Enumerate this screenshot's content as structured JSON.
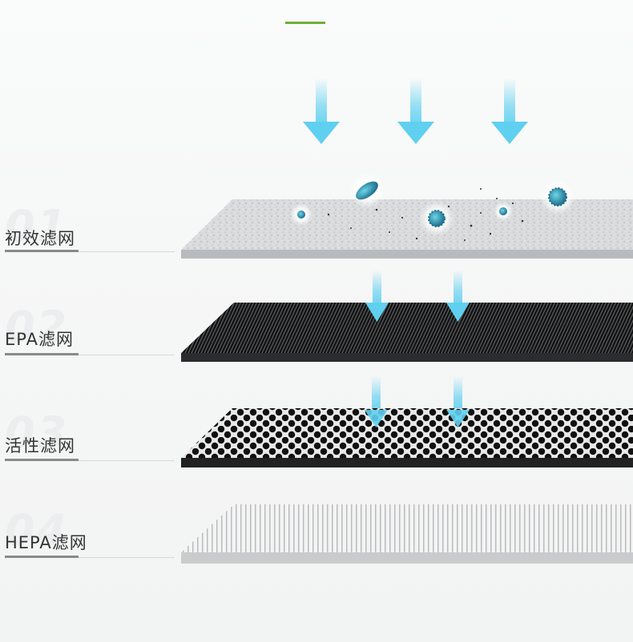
{
  "layers": [
    {
      "number": "01",
      "label": "初效滤网"
    },
    {
      "number": "02",
      "label": "EPA滤网"
    },
    {
      "number": "03",
      "label": "活性滤网"
    },
    {
      "number": "04",
      "label": "HEPA滤网"
    }
  ],
  "colors": {
    "accent": "#6fae3b",
    "arrow": "#5fd0ef",
    "label_text": "#333333"
  }
}
